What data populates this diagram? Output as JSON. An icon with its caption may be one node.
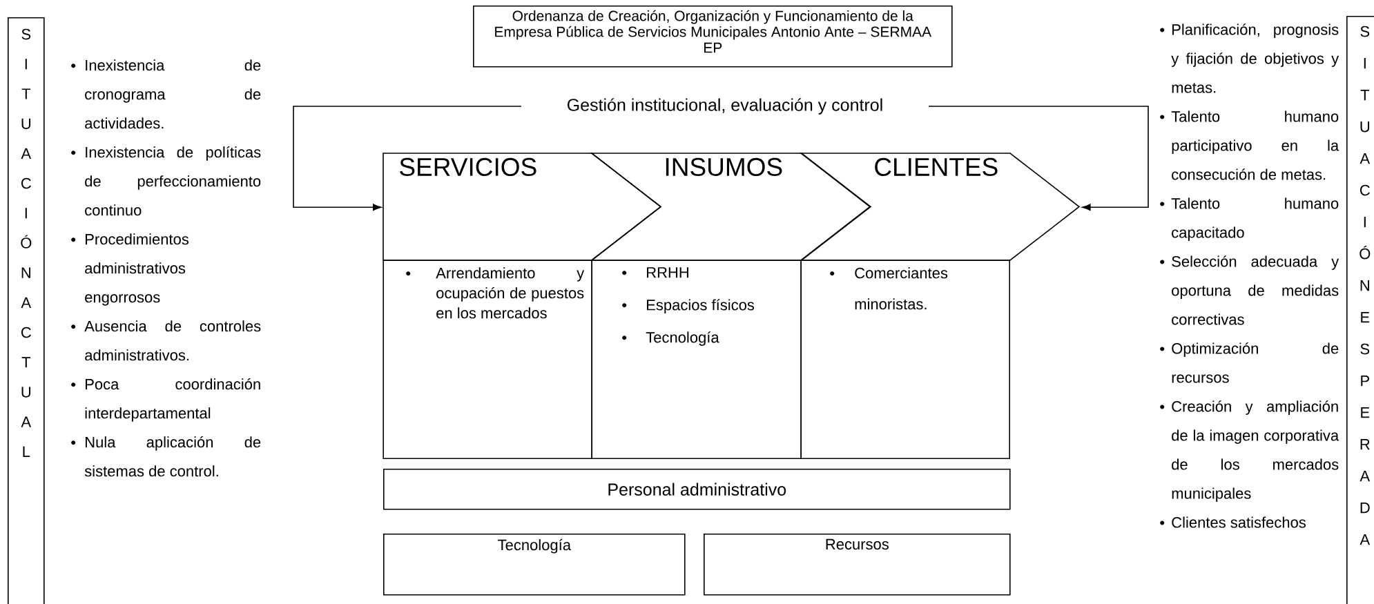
{
  "diagram": {
    "nodes": [
      {
        "text": [
          "Ordenanza de Creación, Organización y Funcionamiento de la Empresa Pública de Servicios Municipales Antonio Ante – SERMAA EP"
        ]
      },
      {
        "text": [
          "S I T U A C I Ó N A C T U A L"
        ]
      },
      {
        "text": [
          "Gestión institucional, evaluación y control"
        ]
      },
      {
        "text": [
          "SERVICIOS"
        ]
      },
      {
        "text": [
          "INSUMOS"
        ]
      },
      {
        "text": [
          "CLIENTES"
        ]
      },
      {
        "text": [
          "Arrendamiento y ocupación de puestos en los mercados"
        ]
      },
      {
        "text": [
          "RRHH",
          "Espacios físicos",
          "Tecnología"
        ]
      },
      {
        "text": [
          "Comerciantes minoristas."
        ]
      },
      {
        "text": [
          "Personal administrativo"
        ]
      },
      {
        "text": [
          "Tecnología"
        ]
      },
      {
        "text": [
          "Recursos"
        ]
      },
      {
        "text": [
          "S I T U A C I Ó N E S P E R A D A"
        ]
      }
    ],
    "edges": [
      {
        "from": 2,
        "to": 3,
        "arrow": "to"
      },
      {
        "from": 2,
        "to": 5,
        "arrow": "to"
      }
    ],
    "labels": [
      "Inexistencia de cronograma de actividades.",
      "Inexistencia de políticas de perfeccionamiento continuo",
      "Procedimientos administrativos engorrosos",
      "Ausencia de controles administrativos.",
      "Poca coordinación interdepartamental",
      "Nula aplicación de sistemas de control.",
      "Planificación, prognosis y fijación de objetivos y metas.",
      "Talento humano participativo en la consecución de metas.",
      "Talento humano capacitado",
      "Selección adecuada y oportuna de medidas correctivas",
      "Optimización de recursos",
      "Creación y ampliación de la imagen corporativa de los mercados municipales",
      "Clientes satisfechos"
    ]
  }
}
